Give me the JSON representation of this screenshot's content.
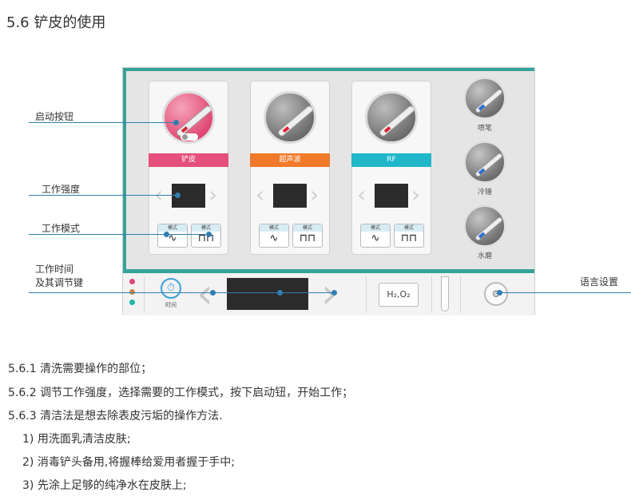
{
  "heading": "5.6 铲皮的使用",
  "device": {
    "cards": [
      {
        "label": "铲皮",
        "color": "#e54f7b",
        "active": true
      },
      {
        "label": "超声波",
        "color": "#f07a2a",
        "active": false
      },
      {
        "label": "RF",
        "color": "#1fb7c9",
        "active": false
      }
    ],
    "mode_label": "模式",
    "wave_sine": "∿",
    "wave_square": "⊓⊓",
    "side_tools": [
      "喷笔",
      "冷锤",
      "水磨"
    ],
    "timer_label": "时间",
    "h2o2": "H₂,O₂",
    "timer_icon": "⏱",
    "lang_icon": "⚙",
    "arrow_left": "‹",
    "arrow_right": "›",
    "dots": [
      "#e0457a",
      "#c9844a",
      "#1fb7a9"
    ]
  },
  "callouts": {
    "start_button": "启动按钮",
    "intensity": "工作强度",
    "mode": "工作模式",
    "time_line1": "工作时间",
    "time_line2": "及其调节键",
    "language": "语言设置"
  },
  "paragraphs": [
    "5.6.1 清洗需要操作的部位；",
    "5.6.2 调节工作强度，选择需要的工作模式，按下启动钮，开始工作；",
    "5.6.3 清洁法是想去除表皮污垢的操作方法."
  ],
  "steps": [
    "1) 用洗面乳清洁皮肤;",
    "2) 消毒铲头备用,将握棒给爱用者握于手中;",
    "3) 先涂上足够的纯净水在皮肤上;"
  ]
}
